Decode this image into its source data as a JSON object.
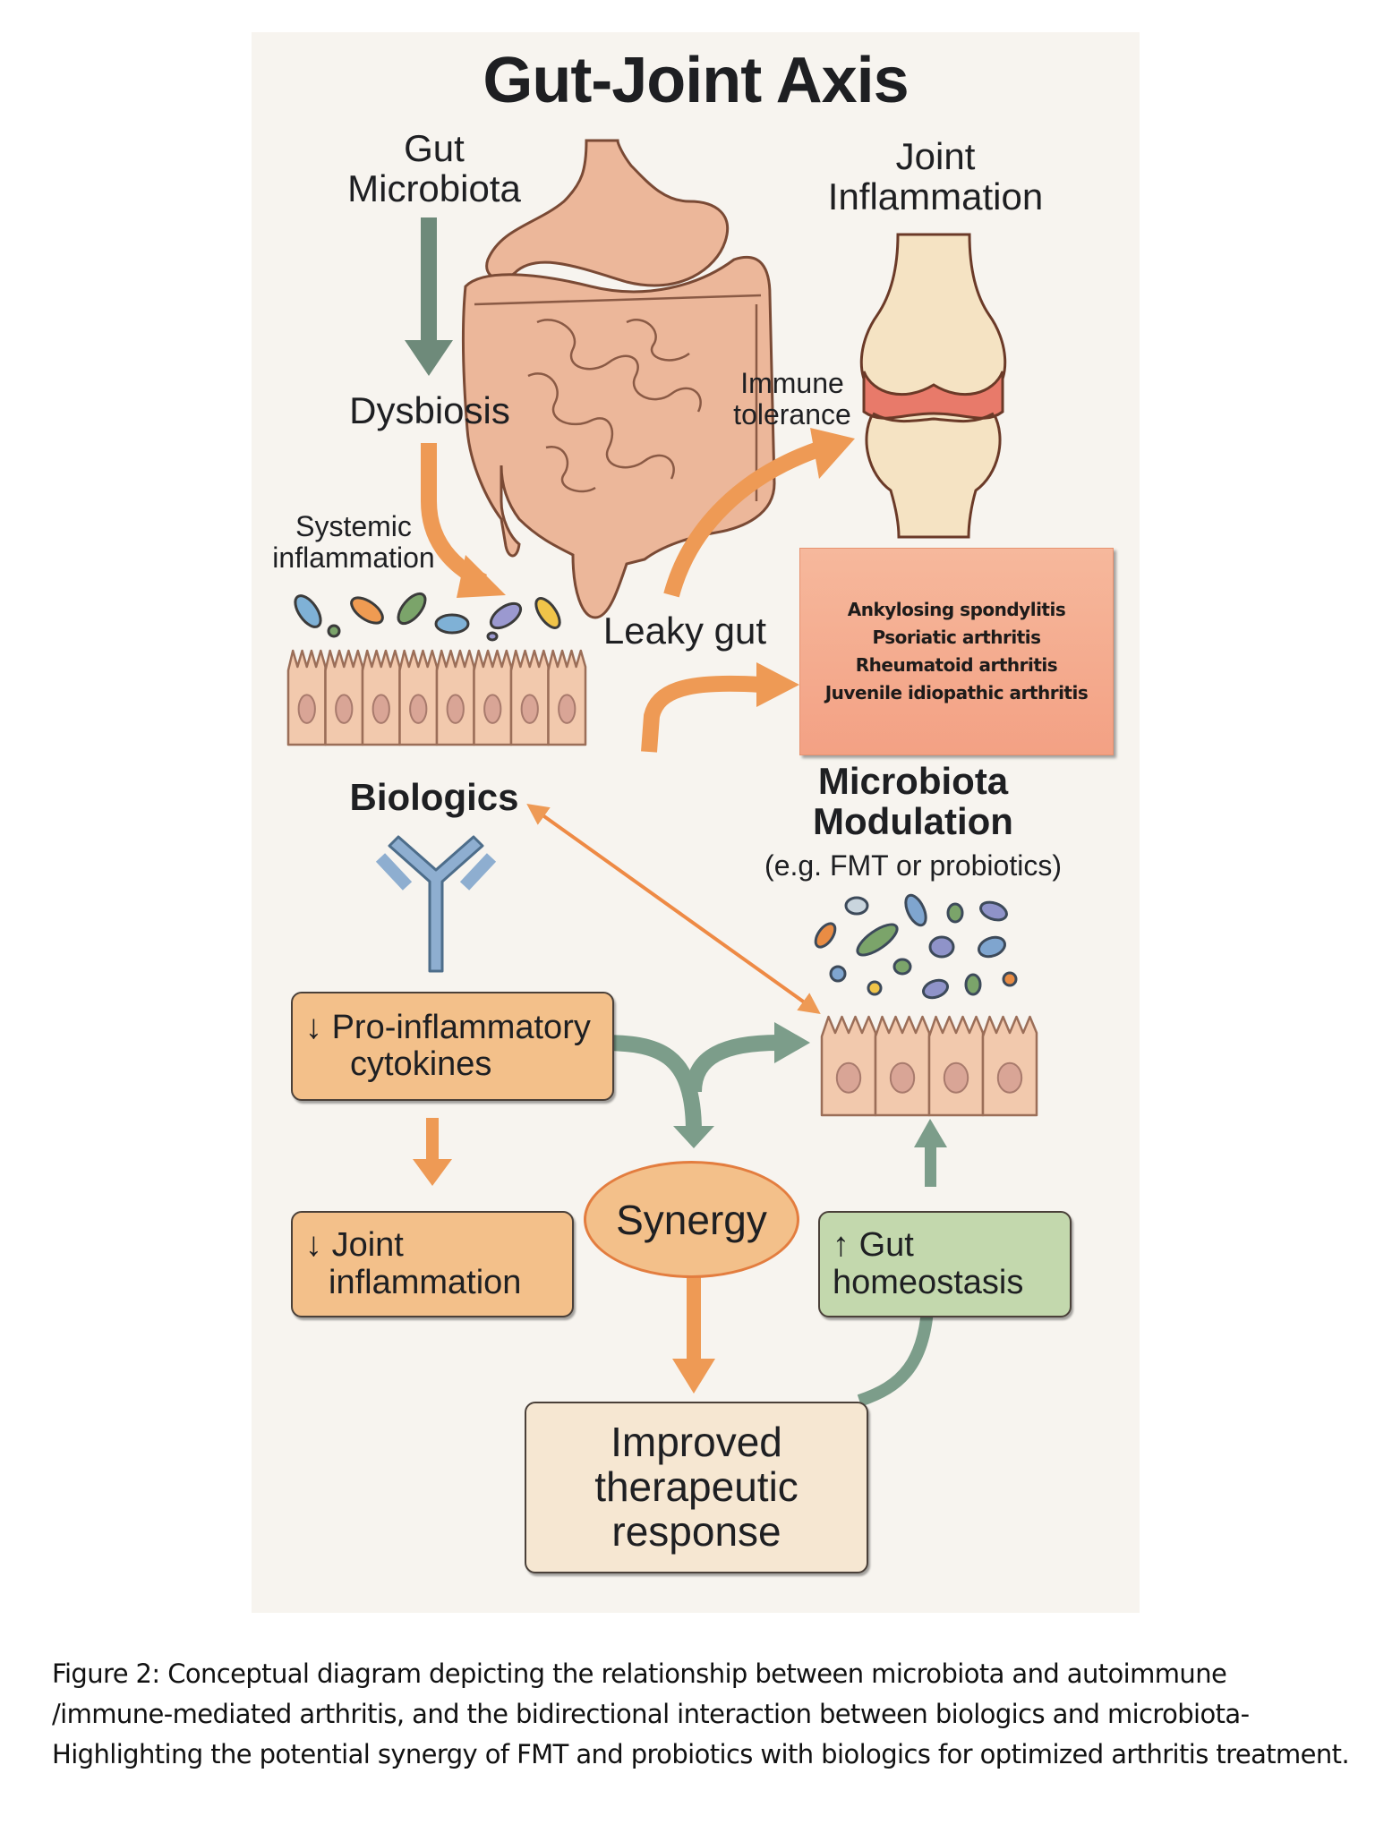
{
  "title": "Gut-Joint Axis",
  "labels": {
    "gut_microbiota": [
      "Gut",
      "Microbiota"
    ],
    "joint_inflammation": [
      "Joint",
      "Inflammation"
    ],
    "dysbiosis": "Dysbiosis",
    "immune_tolerance": [
      "Immune",
      "tolerance"
    ],
    "systemic_inflammation": [
      "Systemic",
      "inflammation"
    ],
    "leaky_gut": "Leaky gut",
    "biologics": "Biologics",
    "microbiota_modulation": [
      "Microbiota",
      "Modulation"
    ],
    "modulation_examples": "(e.g. FMT or probiotics)"
  },
  "diseases": [
    "Ankylosing spondylitis",
    "Psoriatic arthritis",
    "Rheumatoid arthritis",
    "Juvenile idiopathic arthritis"
  ],
  "boxes": {
    "cytokines": {
      "arrow": "↓",
      "lines": [
        "Pro-inflammatory",
        "cytokines"
      ]
    },
    "joint_inflammation": {
      "arrow": "↓",
      "lines": [
        "Joint",
        "inflammation"
      ]
    },
    "synergy": "Synergy",
    "gut_homeostasis": {
      "arrow": "↑",
      "lines": [
        "Gut",
        "homeostasis"
      ]
    },
    "improved_response": [
      "Improved",
      "therapeutic",
      "response"
    ]
  },
  "caption": "Figure 2: Conceptual diagram depicting the relationship between microbiota and autoimmune /immune-mediated arthritis, and the bidirectional interaction between biologics and microbiota- Highlighting the potential synergy of FMT and probiotics with biologics for optimized arthritis treatment.",
  "colors": {
    "panel_bg": "#f7f4ef",
    "orange_arrow": "#ee9a55",
    "green_arrow": "#7c9d8a",
    "dark_green_arrow": "#6e8a7a",
    "orange_box": "#f3c08a",
    "green_box": "#c3d8ad",
    "cream_box": "#f6e7d2",
    "disease_box": "#f4a88a",
    "tissue": "#f2c9ad",
    "antibody": "#8eaed0"
  }
}
